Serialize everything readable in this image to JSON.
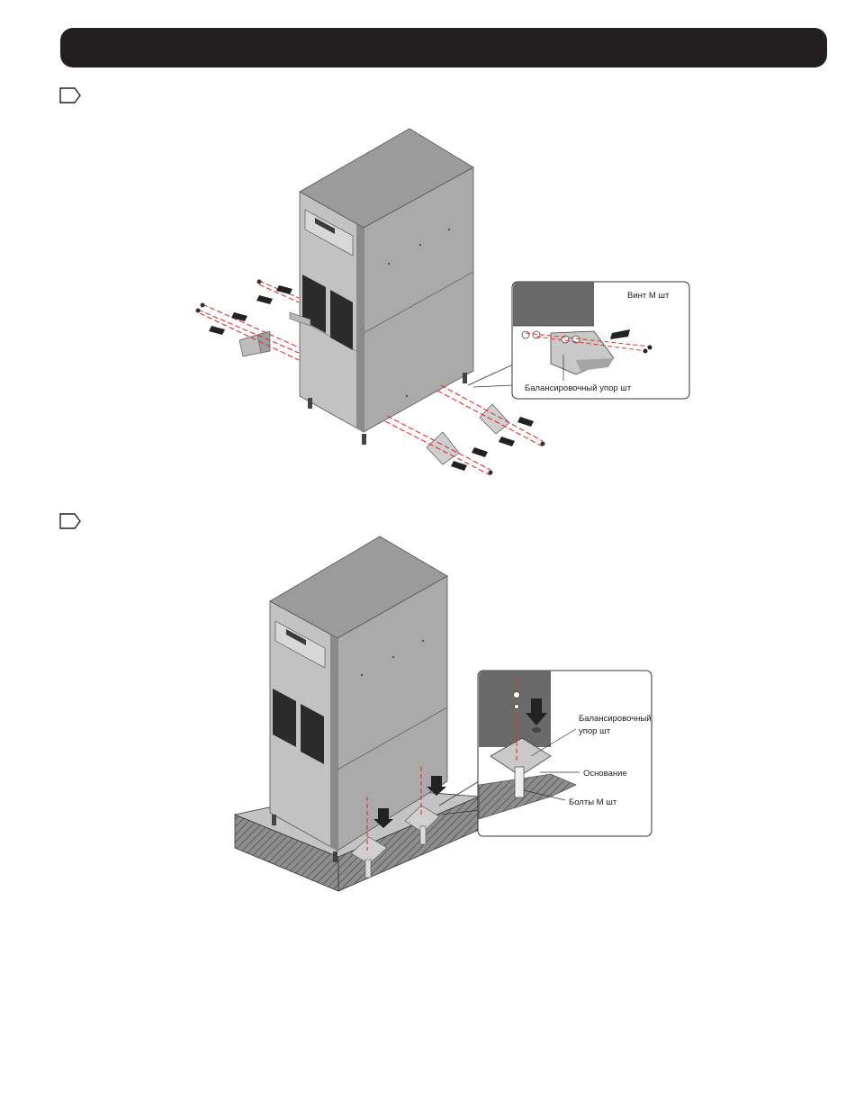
{
  "header": {
    "title": ""
  },
  "steps": [
    {
      "callouts": {
        "screw": "Винт М      шт",
        "bracket": "Балансировочный упор     шт"
      }
    },
    {
      "callouts": {
        "bracket_line1": "Балансировочный",
        "bracket_line2": "упор     шт",
        "base": "Основание",
        "bolts": "Болты М       шт"
      }
    }
  ],
  "colors": {
    "header": "#231f20",
    "cabinet_front": "#bdbdbd",
    "cabinet_side": "#a9a9a9",
    "cabinet_top": "#9b9b9b",
    "vent": "#2b2b2b",
    "dash_line": "#e03030",
    "base": "#9a9a9a"
  }
}
